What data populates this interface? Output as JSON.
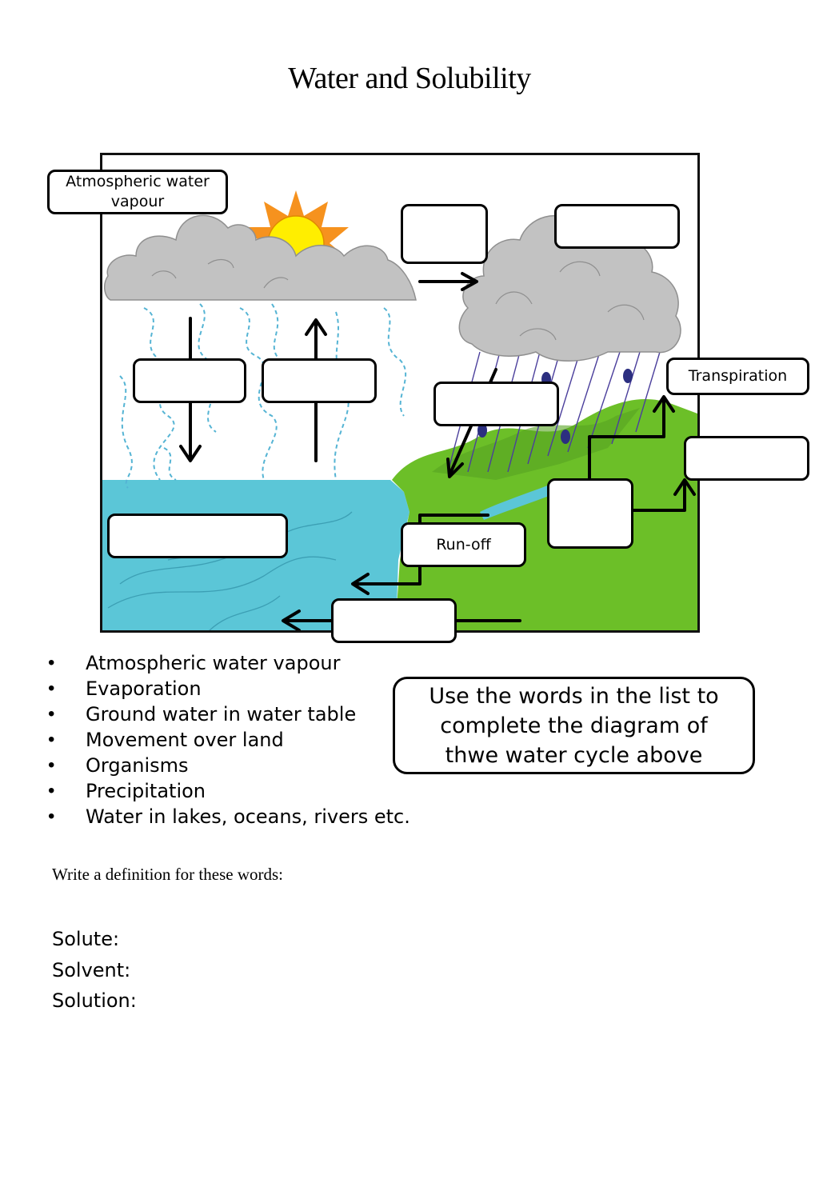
{
  "page": {
    "title": "Water and Solubility"
  },
  "diagram": {
    "labels": {
      "atmospheric_water_vapour": "Atmospheric water vapour",
      "transpiration": "Transpiration",
      "run_off": "Run-off"
    },
    "blank_value": "",
    "colors": {
      "cloud": "#c2c2c2",
      "sun": "#ffee00",
      "sun_rays": "#f6921e",
      "sea": "#5bc6d7",
      "land": "#6cbf28",
      "rain": "#4b3f9c",
      "vapour": "#55b4d4"
    }
  },
  "word_list": [
    "Atmospheric water vapour",
    "Evaporation",
    "Ground water in water table",
    "Movement over land",
    "Organisms",
    "Precipitation",
    "Water in lakes, oceans, rivers etc."
  ],
  "instruction": "Use the words in the list to complete the diagram of thwe water cycle above",
  "definitions": {
    "prompt": "Write a definition for these words:",
    "terms": [
      "Solute:",
      "Solvent:",
      "Solution:"
    ]
  }
}
